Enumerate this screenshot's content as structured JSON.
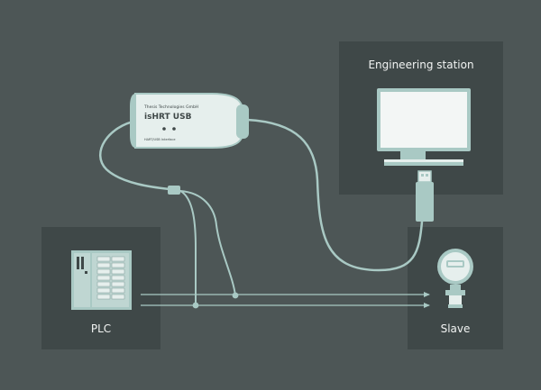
{
  "labels": {
    "engineering_station": "Engineering station",
    "plc": "PLC",
    "slave": "Slave"
  },
  "device": {
    "manufacturer": "Thesis Technologies GmbH",
    "product": "isHRT USB",
    "subtitle": "HART/USB Interface"
  },
  "colors": {
    "background": "#4d5656",
    "panel": "#3f4848",
    "cable": "#a9c9c4",
    "device_fill": "#e6efed",
    "monitor_screen": "#f3f6f5"
  }
}
